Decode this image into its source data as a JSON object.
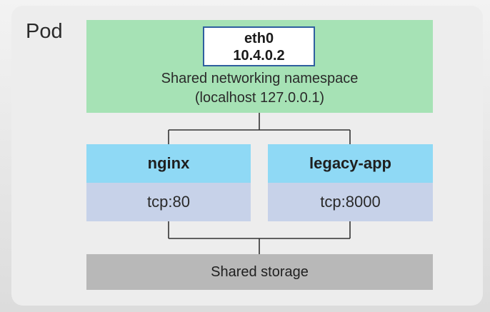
{
  "pod": {
    "label": "Pod"
  },
  "network": {
    "interface_name": "eth0",
    "interface_ip": "10.4.0.2",
    "namespace_label": "Shared networking namespace",
    "localhost_label": "(localhost 127.0.0.1)"
  },
  "containers": [
    {
      "name": "nginx",
      "port": "tcp:80"
    },
    {
      "name": "legacy-app",
      "port": "tcp:8000"
    }
  ],
  "storage": {
    "label": "Shared storage"
  },
  "colors": {
    "network": "#a6e2b5",
    "container_header": "#8fd9f5",
    "container_port": "#c7d2e9",
    "storage": "#b8b8b8",
    "interface_border": "#2f5f9f",
    "connector": "#333333"
  }
}
